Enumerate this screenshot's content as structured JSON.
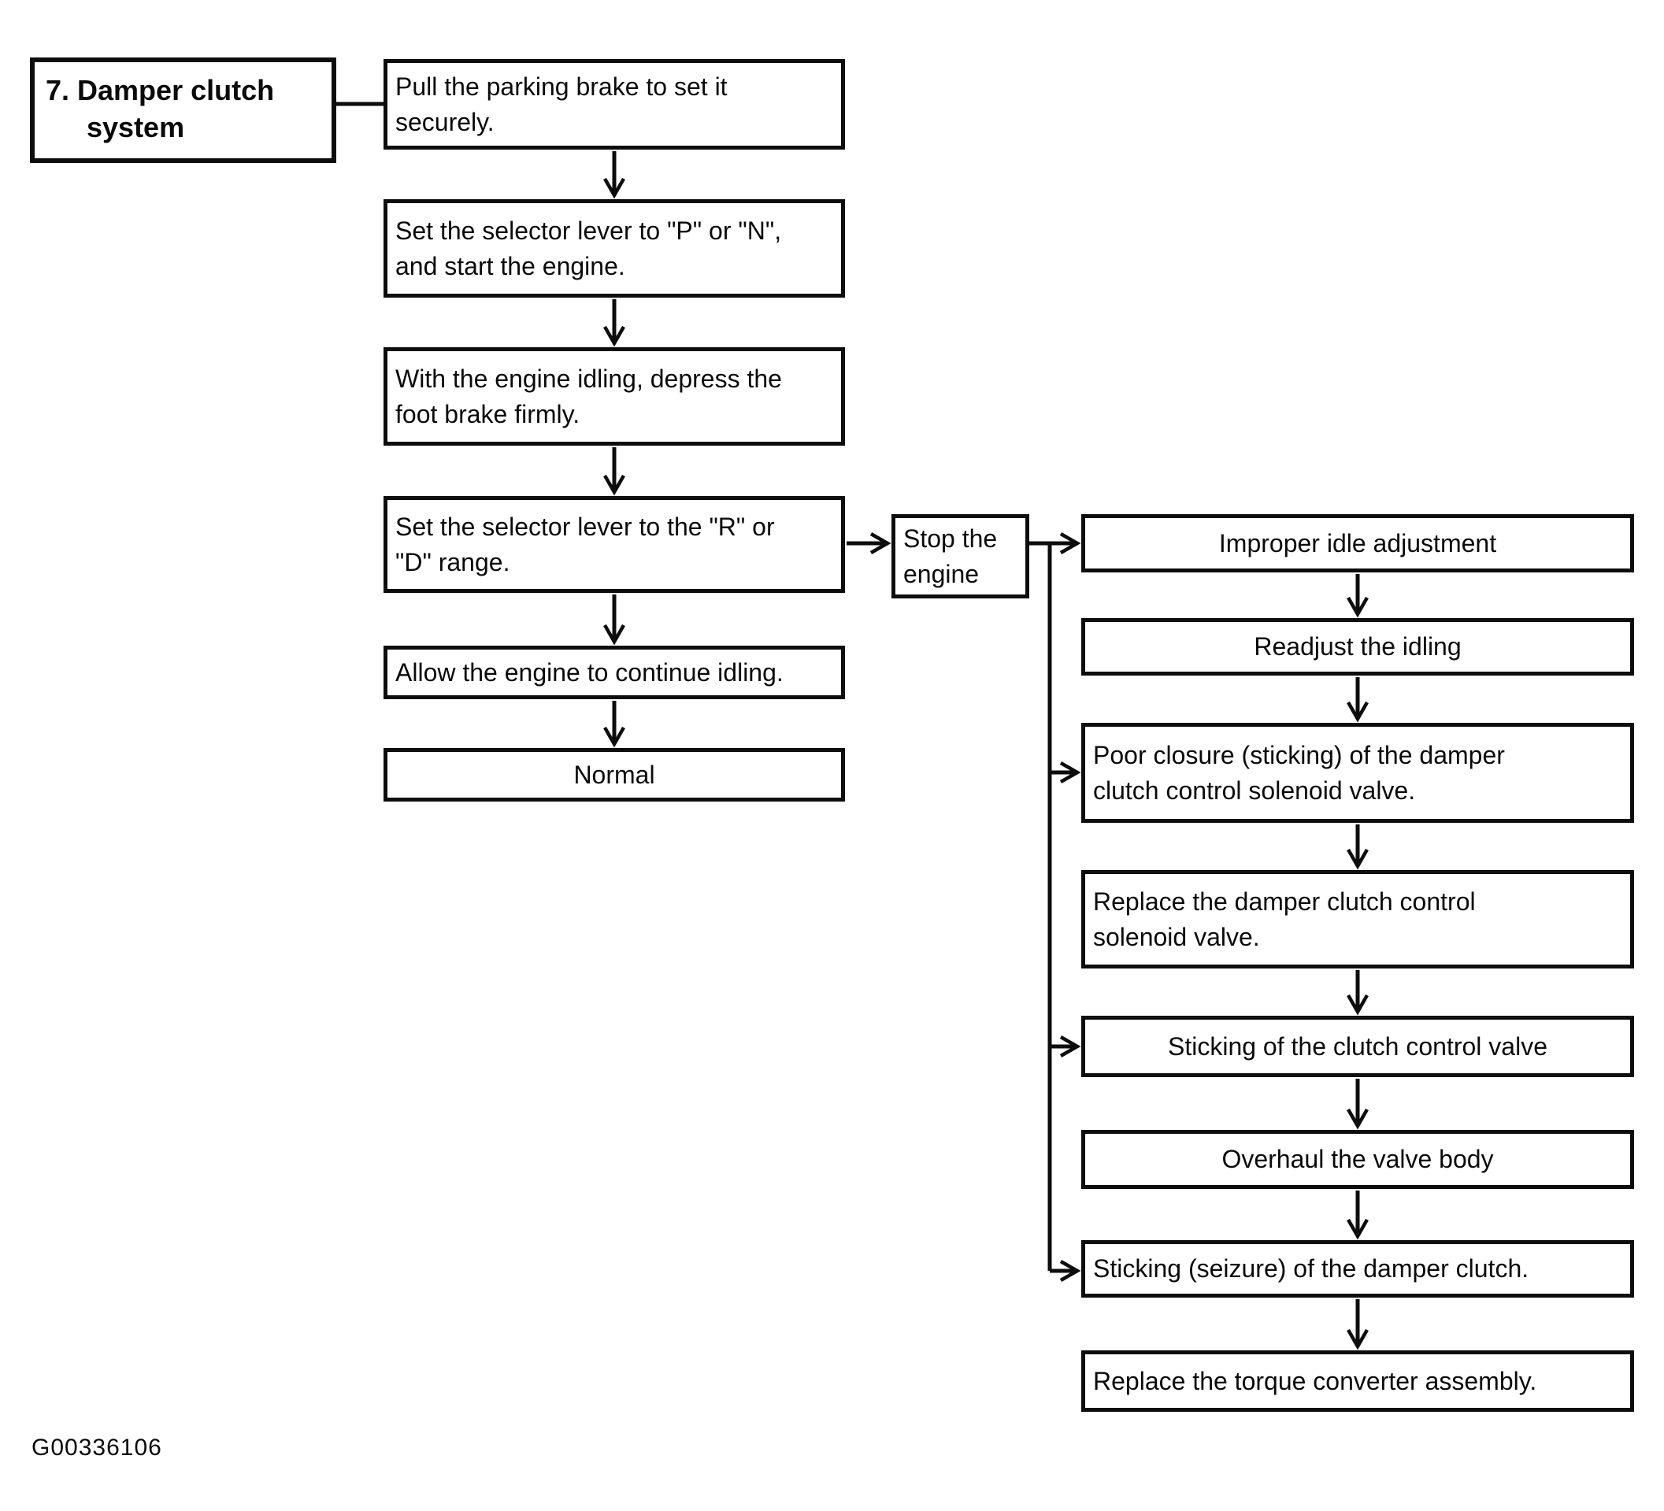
{
  "figure_id": "G00336106",
  "title_box": {
    "line1": "7. Damper clutch",
    "line2": "system"
  },
  "flow": {
    "left_steps": [
      "Pull the parking brake to set it\nsecurely.",
      "Set the selector lever to \"P\" or \"N\",\nand start the engine.",
      "With the engine idling, depress the\nfoot brake firmly.",
      "Set the selector lever to the \"R\" or\n\"D\" range.",
      "Allow the engine to continue idling.",
      "Normal"
    ],
    "stop_box": "Stop the\nengine",
    "right_steps": [
      "Improper idle adjustment",
      "Readjust the idling",
      "Poor closure (sticking) of the damper\nclutch control solenoid valve.",
      "Replace the damper clutch control\nsolenoid valve.",
      "Sticking of the clutch control valve",
      "Overhaul the valve body",
      "Sticking (seizure) of the damper clutch.",
      "Replace the torque converter assembly."
    ]
  },
  "line_color": "#0d0d0d"
}
